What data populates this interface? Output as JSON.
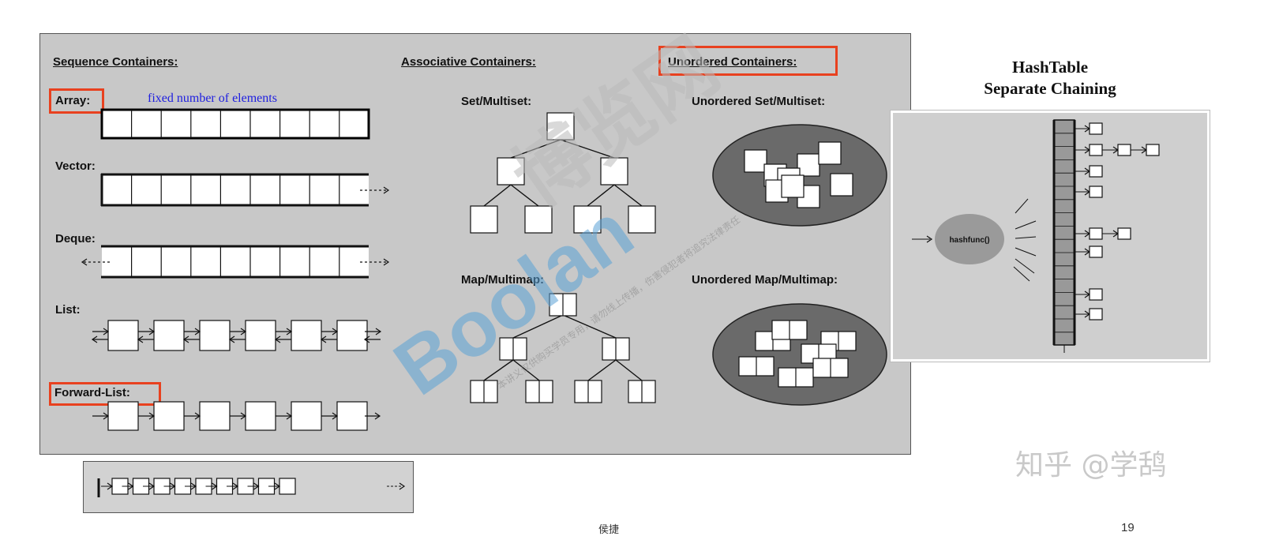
{
  "sections": {
    "sequence": "Sequence Containers:",
    "associative": "Associative Containers:",
    "unordered": "Unordered Containers:"
  },
  "sequence": {
    "array": "Array:",
    "array_note": "fixed number of elements",
    "vector": "Vector:",
    "deque": "Deque:",
    "list": "List:",
    "forward_list": "Forward-List:"
  },
  "associative": {
    "set": "Set/Multiset:",
    "map": "Map/Multimap:"
  },
  "unordered": {
    "set": "Unordered Set/Multiset:",
    "map": "Unordered Map/Multimap:"
  },
  "hashtable": {
    "title_line1": "HashTable",
    "title_line2": "Separate Chaining",
    "func": "hashfunc()"
  },
  "watermark": {
    "brand": "Boolan",
    "brand_cn": "博览网",
    "notice": "本讲义仅供购买学员专用，请勿线上传播，伤害侵犯者将追究法律责任"
  },
  "credit": "知乎 @学鸹",
  "footer": {
    "center": "侯捷",
    "page": "19"
  },
  "colors": {
    "panel": "#c8c8c8",
    "highlight": "#e8411f",
    "note": "#2020e0",
    "ellipse": "#6a6a6a",
    "watermark": "#5aa2d6"
  }
}
